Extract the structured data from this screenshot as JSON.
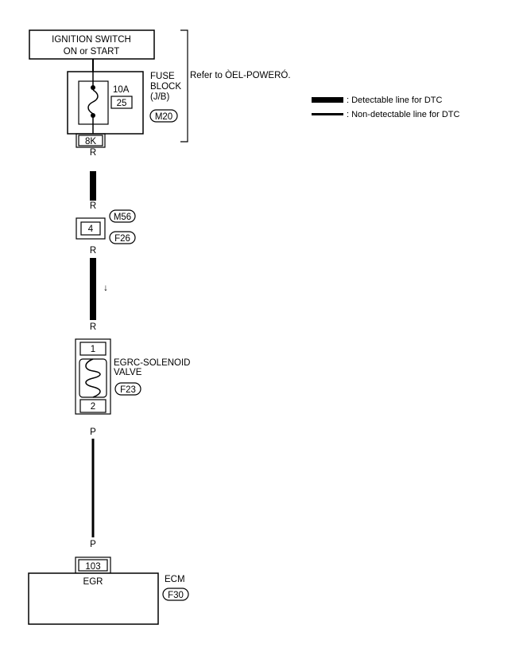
{
  "ignition": {
    "line1": "IGNITION SWITCH",
    "line2": "ON or START"
  },
  "fuse": {
    "rating": "10A",
    "number": "25",
    "block_line1": "FUSE",
    "block_line2": "BLOCK",
    "block_line3": "(J/B)",
    "connector": "M20",
    "terminal": "8K",
    "refer_text": "Refer to ÒEL-POWERÓ."
  },
  "legend": {
    "detectable": ": Detectable line for DTC",
    "non_detectable": ": Non-detectable line for DTC"
  },
  "wires": {
    "r1": "R",
    "r2": "R",
    "r3": "R",
    "r4": "R",
    "p1": "P",
    "p2": "P"
  },
  "joint": {
    "terminal": "4",
    "connector_top": "M56",
    "connector_bottom": "F26"
  },
  "solenoid": {
    "terminal_in": "1",
    "terminal_out": "2",
    "name_line1": "EGRC-SOLENOID",
    "name_line2": "VALVE",
    "connector": "F23"
  },
  "ecm": {
    "terminal": "103",
    "pin_name": "EGR",
    "name": "ECM",
    "connector": "F30"
  },
  "arrow": "↓"
}
